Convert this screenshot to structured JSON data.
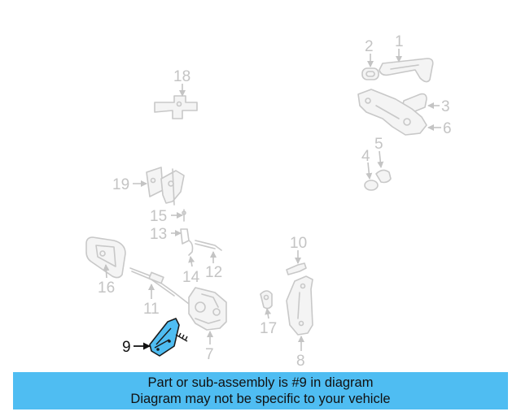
{
  "labels": {
    "l1": "1",
    "l2": "2",
    "l3": "3",
    "l4": "4",
    "l5": "5",
    "l6": "6",
    "l7": "7",
    "l8": "8",
    "l9": "9",
    "l10": "10",
    "l11": "11",
    "l12": "12",
    "l13": "13",
    "l14": "14",
    "l15": "15",
    "l16": "16",
    "l17": "17",
    "l18": "18",
    "l19": "19"
  },
  "highlighted_part": "9",
  "colors": {
    "highlight": "#4fbdf2",
    "banner": "#4fbdf2",
    "muted": "#c4c4c4"
  },
  "banner": {
    "line1": "Part or sub-assembly is #9 in diagram",
    "line2": "Diagram may not be specific to your vehicle"
  }
}
